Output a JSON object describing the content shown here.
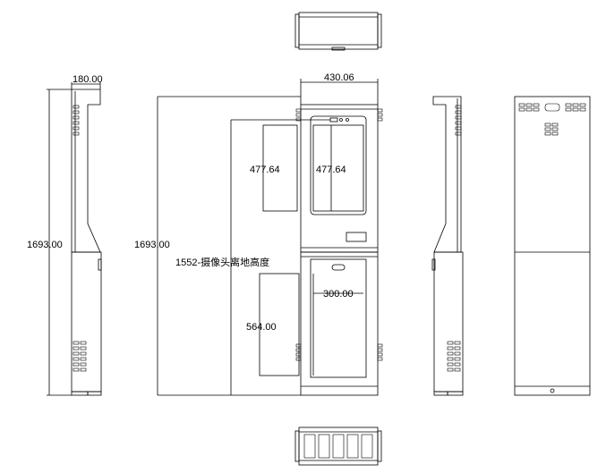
{
  "colors": {
    "line": "#000000",
    "background": "#ffffff"
  },
  "labels": {
    "width_top": "180.00",
    "height_left": "1693.00",
    "width_front": "430.06",
    "height_front": "1693.00",
    "screen_left": "477.64",
    "screen_right": "477.64",
    "camera_height": "1552-摄像头离地高度",
    "lower_width": "300.00",
    "lower_height": "564.00"
  }
}
